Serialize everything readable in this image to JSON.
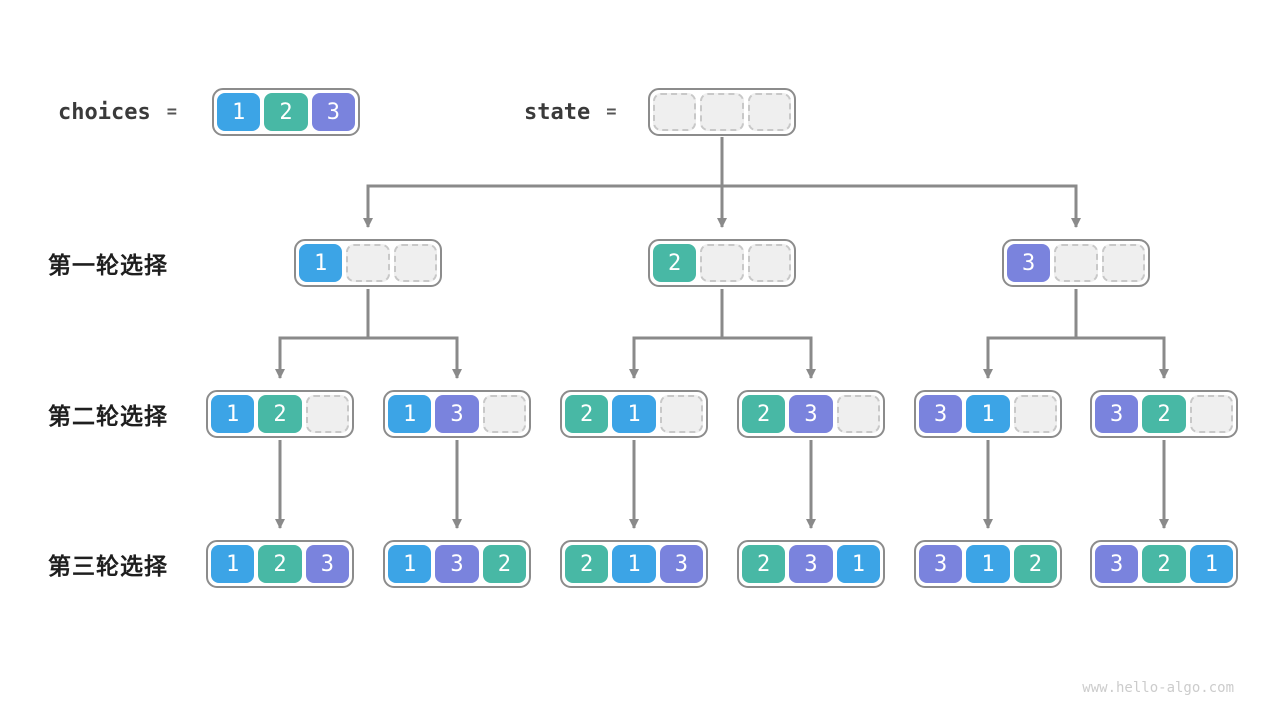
{
  "page": {
    "watermark": "www.hello-algo.com"
  },
  "colors": {
    "1": "#3CA4E6",
    "2": "#48B8A5",
    "3": "#7A83DD"
  },
  "header": {
    "choices_label": "choices",
    "choices_equals": "=",
    "choices_cells": [
      "1",
      "2",
      "3"
    ],
    "state_label": "state",
    "state_equals": "=",
    "state_cells": [
      "",
      "",
      ""
    ]
  },
  "rows": [
    {
      "label": "第一轮选择",
      "nodes": [
        [
          "1",
          "",
          ""
        ],
        [
          "2",
          "",
          ""
        ],
        [
          "3",
          "",
          ""
        ]
      ]
    },
    {
      "label": "第二轮选择",
      "nodes": [
        [
          "1",
          "2",
          ""
        ],
        [
          "1",
          "3",
          ""
        ],
        [
          "2",
          "1",
          ""
        ],
        [
          "2",
          "3",
          ""
        ],
        [
          "3",
          "1",
          ""
        ],
        [
          "3",
          "2",
          ""
        ]
      ]
    },
    {
      "label": "第三轮选择",
      "nodes": [
        [
          "1",
          "2",
          "3"
        ],
        [
          "1",
          "3",
          "2"
        ],
        [
          "2",
          "1",
          "3"
        ],
        [
          "2",
          "3",
          "1"
        ],
        [
          "3",
          "1",
          "2"
        ],
        [
          "3",
          "2",
          "1"
        ]
      ]
    }
  ]
}
